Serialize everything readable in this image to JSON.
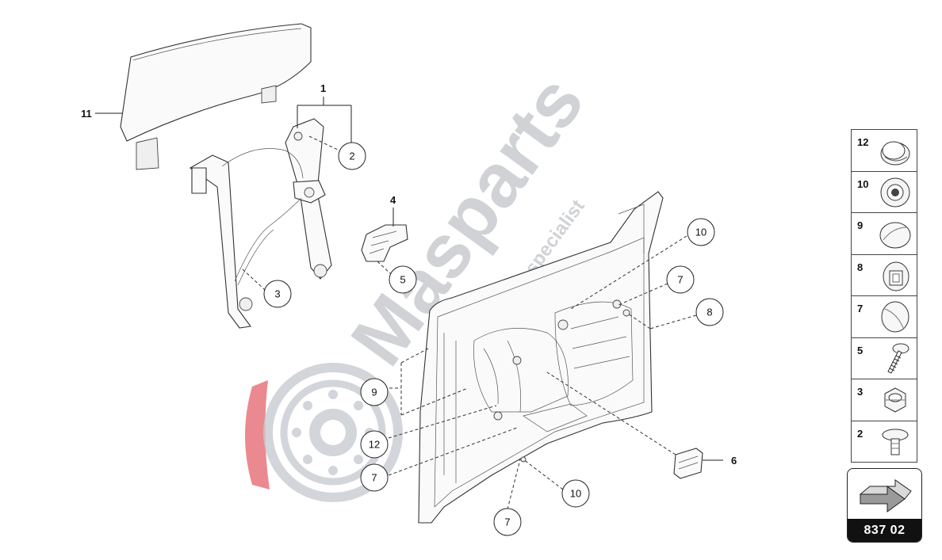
{
  "watermark": {
    "brand": "Masparts",
    "tagline": "Exotic cars parts specialist"
  },
  "callouts": {
    "c1": "1",
    "c2": "2",
    "c3": "3",
    "c4": "4",
    "c5": "5",
    "c6": "6",
    "c7a": "7",
    "c7b": "7",
    "c7c": "7",
    "c8": "8",
    "c9": "9",
    "c10a": "10",
    "c10b": "10",
    "c11": "11",
    "c12": "12"
  },
  "legend": [
    {
      "num": "12",
      "icon": "plug-cap-icon"
    },
    {
      "num": "10",
      "icon": "grommet-icon"
    },
    {
      "num": "9",
      "icon": "round-cap-icon"
    },
    {
      "num": "8",
      "icon": "clip-plug-icon"
    },
    {
      "num": "7",
      "icon": "dome-cap-icon"
    },
    {
      "num": "5",
      "icon": "screw-icon"
    },
    {
      "num": "3",
      "icon": "hex-nut-icon"
    },
    {
      "num": "2",
      "icon": "bolt-icon"
    }
  ],
  "reference": {
    "code": "837 02",
    "icon": "3d-arrow-icon"
  },
  "colors": {
    "watermark_gray": "#c8cbd0",
    "watermark_red": "#e8747c",
    "line": "#333333"
  }
}
